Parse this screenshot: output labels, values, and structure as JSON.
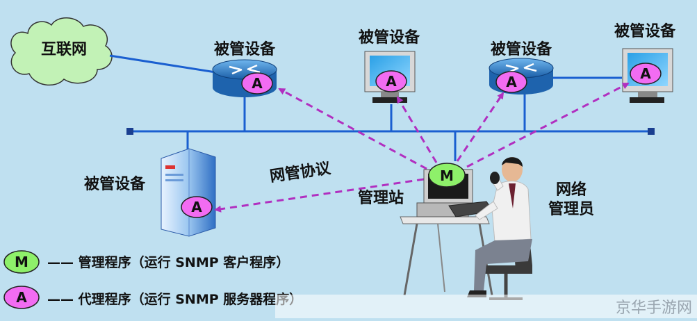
{
  "cloud": {
    "label": "互联网"
  },
  "devices": {
    "router_left": {
      "label": "被管设备",
      "agent": "A"
    },
    "monitor_mid": {
      "label": "被管设备",
      "agent": "A"
    },
    "router_right": {
      "label": "被管设备",
      "agent": "A"
    },
    "monitor_right": {
      "label": "被管设备",
      "agent": "A"
    },
    "server": {
      "label": "被管设备",
      "agent": "A"
    }
  },
  "protocol_label": "网管协议",
  "station": {
    "label": "管理站",
    "badge": "M"
  },
  "admin": {
    "line1": "网络",
    "line2": "管理员"
  },
  "legend": {
    "manager": {
      "badge": "M",
      "text": "—— 管理程序（运行 SNMP 客户程序）"
    },
    "agent": {
      "badge": "A",
      "text": "—— 代理程序（运行 SNMP 服务器程序）"
    }
  },
  "watermark": "京华手游网",
  "colors": {
    "background": "#bfe0f0",
    "line": "#1a5fd0",
    "dashed": "#b12fc0",
    "agent_fill": "#f26cf2",
    "manager_fill": "#8ef06a",
    "router_fill": "#2a7fc9",
    "cloud_fill": "#c2f2b6"
  }
}
